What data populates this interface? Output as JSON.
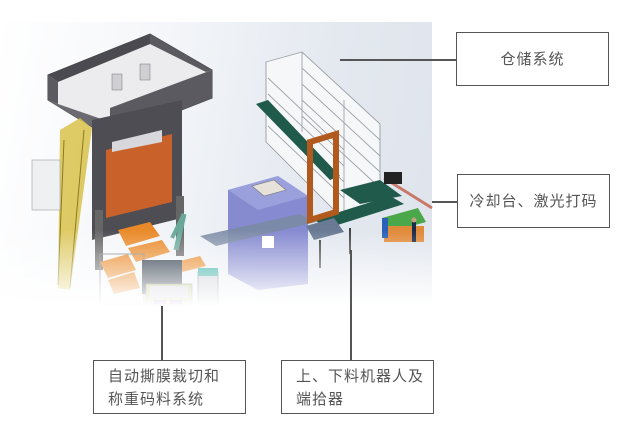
{
  "figure": {
    "subject": "automated press production line 3D rendering",
    "callouts": [
      {
        "id": "storage",
        "text": "仓储系统"
      },
      {
        "id": "cooling",
        "text": "冷却台、激光打码"
      },
      {
        "id": "film",
        "lines": [
          "自动撕膜裁切和",
          "称重码料系统"
        ]
      },
      {
        "id": "robot",
        "lines": [
          "上、下料机器人及",
          "端拾器"
        ]
      }
    ],
    "colors": {
      "press_frame": "#5a5a60",
      "press_orange": "#c8622a",
      "guard_blue": "#6a70c0",
      "conveyor_green": "#1f5a4a",
      "stair_yellow": "#d9c24a",
      "rack_gray": "#b9bcc4",
      "callout_border": "#555555",
      "callout_text": "#555555"
    }
  }
}
